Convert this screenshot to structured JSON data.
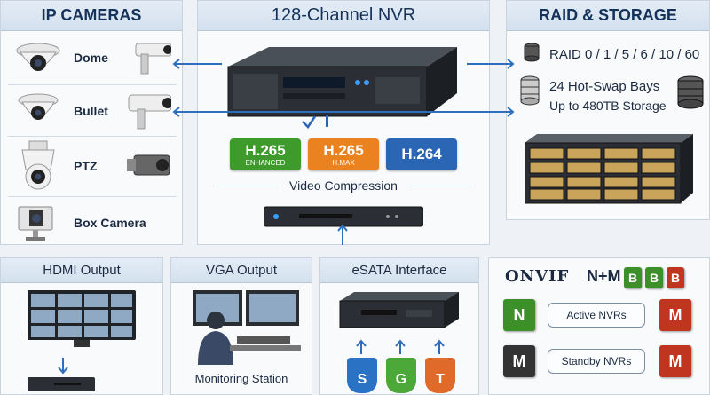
{
  "ip_cameras": {
    "title": "IP CAMERAS",
    "items": [
      {
        "label": "Dome",
        "icon": "dome-camera-icon"
      },
      {
        "label": "Bullet",
        "icon": "bullet-camera-icon"
      },
      {
        "label": "PTZ",
        "icon": "ptz-camera-icon"
      },
      {
        "label": "Box Camera",
        "icon": "box-camera-icon"
      }
    ]
  },
  "nvr": {
    "title": "128-Channel NVR",
    "codecs": [
      {
        "main": "H.265",
        "sub": "ENHANCED",
        "color": "#3f9a2c"
      },
      {
        "main": "H.265",
        "sub": "H.MAX",
        "color": "#e9821f"
      },
      {
        "main": "H.264",
        "sub": "",
        "color": "#2a66b3"
      }
    ],
    "compression_label": "Video Compression"
  },
  "storage": {
    "title": "RAID & STORAGE",
    "raid_levels": "RAID 0 / 1 / 5 / 6 / 10 / 60",
    "bays": "24 Hot-Swap Bays",
    "capacity": "Up to 480TB Storage"
  },
  "outputs": {
    "hdmi": "HDMI Output",
    "vga": "VGA Output",
    "esata": "eSATA Interface",
    "monitoring": "Monitoring Station",
    "usb_letters": [
      "S",
      "G",
      "T"
    ],
    "usb_colors": [
      "#2a72c4",
      "#4da83a",
      "#e06a2a"
    ]
  },
  "redundancy": {
    "onvif": "ONVIF",
    "n_plus_m": "N+M",
    "tag_letters": [
      "B",
      "B",
      "B"
    ],
    "active_label": "Active NVRs",
    "standby_label": "Standby NVRs",
    "n_letter": "N",
    "m_letter": "M",
    "colors": {
      "green": "#3d8f2a",
      "red": "#c0351f",
      "dark": "#333"
    }
  }
}
